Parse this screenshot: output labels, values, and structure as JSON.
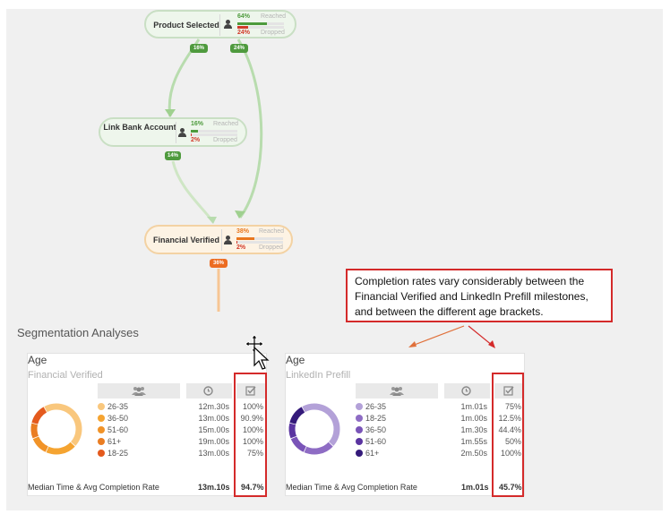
{
  "funnel": {
    "nodes": [
      {
        "id": "product-selected",
        "title": "Product Selected",
        "reached_pct": "64%",
        "reached_label": "Reached",
        "dropped_pct": "24%",
        "dropped_label": "Dropped",
        "reached_fraction": 0.64,
        "dropped_fraction": 0.24
      },
      {
        "id": "link-bank",
        "title": "Link Bank Account",
        "reached_pct": "16%",
        "reached_label": "Reached",
        "dropped_pct": "2%",
        "dropped_label": "Dropped",
        "reached_fraction": 0.16,
        "dropped_fraction": 0.02
      },
      {
        "id": "financial-verified",
        "title": "Financial Verified",
        "reached_pct": "38%",
        "reached_label": "Reached",
        "dropped_pct": "2%",
        "dropped_label": "Dropped",
        "reached_fraction": 0.38,
        "dropped_fraction": 0.02
      }
    ],
    "badges": [
      "16%",
      "24%",
      "14%",
      "36%"
    ]
  },
  "annotation": {
    "text": "Completion rates vary considerably between the Financial Verified and LinkedIn Prefill milestones, and between the different age brackets."
  },
  "segmentation": {
    "title": "Segmentation Analyses",
    "cards": [
      {
        "title": "Age",
        "subtitle": "Financial Verified",
        "rows": [
          {
            "label": "26-35",
            "time": "12m.30s",
            "rate": "100%",
            "color": "#f9c77d"
          },
          {
            "label": "36-50",
            "time": "13m.00s",
            "rate": "90.9%",
            "color": "#f5a431"
          },
          {
            "label": "51-60",
            "time": "15m.00s",
            "rate": "100%",
            "color": "#f19328"
          },
          {
            "label": "61+",
            "time": "19m.00s",
            "rate": "100%",
            "color": "#ea7d22"
          },
          {
            "label": "18-25",
            "time": "13m.00s",
            "rate": "75%",
            "color": "#e45a1d"
          }
        ],
        "footer_label": "Median Time & Avg Completion Rate",
        "footer_time": "13m.10s",
        "footer_rate": "94.7%"
      },
      {
        "title": "Age",
        "subtitle": "LinkedIn Prefill",
        "rows": [
          {
            "label": "26-35",
            "time": "1m.01s",
            "rate": "75%",
            "color": "#b3a1d8"
          },
          {
            "label": "18-25",
            "time": "1m.00s",
            "rate": "12.5%",
            "color": "#8e6cc4"
          },
          {
            "label": "36-50",
            "time": "1m.30s",
            "rate": "44.4%",
            "color": "#7a54b8"
          },
          {
            "label": "51-60",
            "time": "1m.55s",
            "rate": "50%",
            "color": "#5a34a0"
          },
          {
            "label": "61+",
            "time": "2m.50s",
            "rate": "100%",
            "color": "#341a7a"
          }
        ],
        "footer_label": "Median Time & Avg Completion Rate",
        "footer_time": "1m.01s",
        "footer_rate": "45.7%"
      }
    ]
  },
  "icons": {
    "person": "person-icon",
    "users": "users-icon",
    "clock": "clock-icon",
    "check": "checkbox-check-icon",
    "move": "move-cursor-icon",
    "pointer": "pointer-cursor-icon"
  },
  "colors": {
    "reached_green": "#4d9a3c",
    "dropped_red": "#d23a2a",
    "reached_orange": "#e9771e",
    "highlight_red": "#d42a2a"
  }
}
